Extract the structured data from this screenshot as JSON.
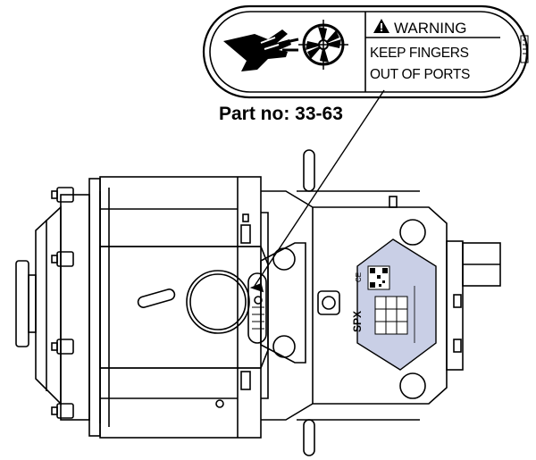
{
  "label": {
    "warning_title": "WARNING",
    "line_1": "KEEP FINGERS",
    "line_2": "OUT OF PORTS",
    "warning_symbol": "warning-triangle-icon",
    "hand_symbol": "hand-icon",
    "fan_symbol": "impeller-icon"
  },
  "part_number": "Part no: 33-63",
  "pump_plate": {
    "brand": "SPX",
    "mark": "CE"
  },
  "colors": {
    "line": "#000000",
    "plate_fill": "#c9cfe6",
    "background": "#ffffff"
  }
}
